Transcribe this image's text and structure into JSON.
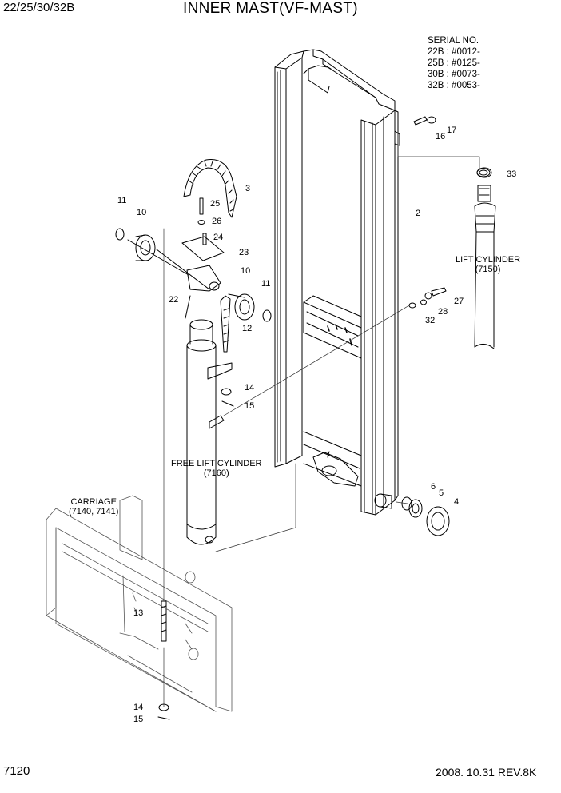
{
  "header": {
    "model": "22/25/30/32B",
    "title": "INNER MAST(VF-MAST)"
  },
  "serial": {
    "heading": "SERIAL NO.",
    "lines": [
      "22B : #0012-",
      "25B : #0125-",
      "30B : #0073-",
      "32B : #0053-"
    ]
  },
  "labels": {
    "lift_cylinder": "LIFT CYLINDER",
    "lift_cylinder_code": "(7150)",
    "free_lift_cylinder": "FREE LIFT CYLINDER",
    "free_lift_cylinder_code": "(7160)",
    "carriage": "CARRIAGE",
    "carriage_code": "(7140, 7141)"
  },
  "parts": {
    "p2": "2",
    "p3": "3",
    "p4": "4",
    "p5": "5",
    "p6": "6",
    "p10a": "10",
    "p10b": "10",
    "p11a": "11",
    "p11b": "11",
    "p12": "12",
    "p13": "13",
    "p14a": "14",
    "p14b": "14",
    "p15a": "15",
    "p15b": "15",
    "p16": "16",
    "p17": "17",
    "p22": "22",
    "p23": "23",
    "p24": "24",
    "p25": "25",
    "p26": "26",
    "p27": "27",
    "p28": "28",
    "p32": "32",
    "p33": "33"
  },
  "footer": {
    "page": "7120",
    "date_rev": "2008. 10.31  REV.8K"
  }
}
